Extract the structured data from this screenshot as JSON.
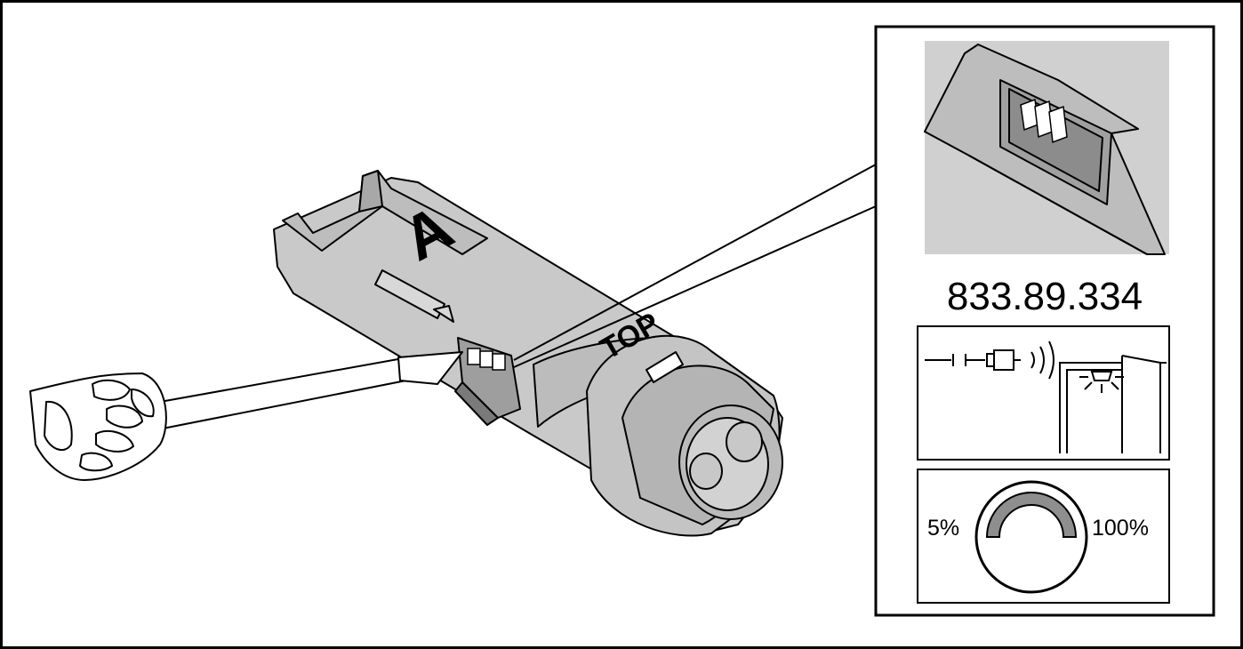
{
  "figure": {
    "part_number": "833.89.334",
    "embossed_top": "TOP",
    "embossed_a": "A",
    "dial_min": "5%",
    "dial_max": "100%"
  },
  "colors": {
    "outline": "#000000",
    "housing_fill": "#c9c9c9",
    "housing_shadow": "#a8a8a8",
    "detail_background": "#d0d0d0",
    "dial_arc": "#8e8e8e"
  },
  "icons": [
    "screwdriver-icon",
    "sensor-housing-icon",
    "dip-switch-icon",
    "proximity-sensor-icon",
    "door-light-icon",
    "dimmer-dial-icon"
  ]
}
